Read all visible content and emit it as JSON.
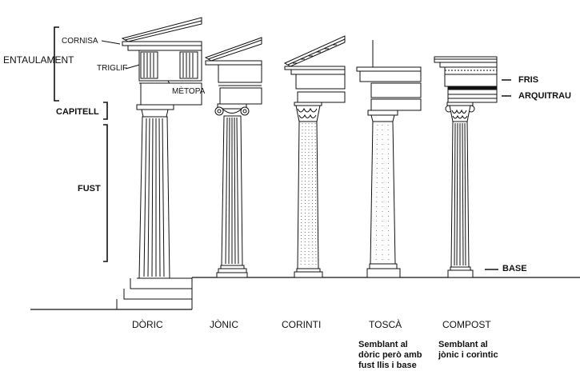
{
  "labels": {
    "entaulament": "ENTAULAMENT",
    "cornisa": "CORNISA",
    "triglif": "TRIGLIF",
    "metopa": "MÈTOPA",
    "capitell": "CAPITELL",
    "fust": "FUST",
    "fris": "FRIS",
    "arquitrau": "ARQUITRAU",
    "base": "BASE"
  },
  "orders": [
    {
      "name": "DÒRIC"
    },
    {
      "name": "JÒNIC"
    },
    {
      "name": "CORINTI"
    },
    {
      "name": "TOSCÀ",
      "note": "Semblant al\ndòric però amb\nfust llis i base"
    },
    {
      "name": "COMPOST",
      "note": "Semblant al\njònic i corìntic"
    }
  ],
  "colors": {
    "ink": "#111111",
    "paper": "#ffffff"
  }
}
